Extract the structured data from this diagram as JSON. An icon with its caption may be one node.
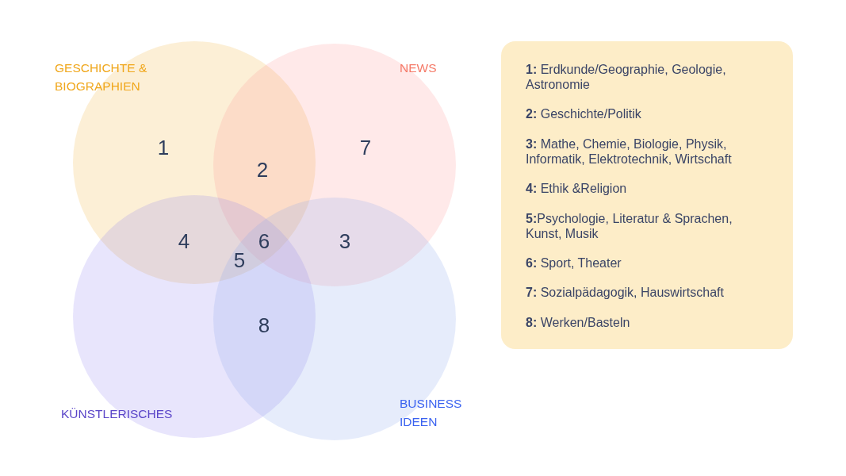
{
  "diagram": {
    "nodes": [
      {
        "text": [
          "GESCHICHTE & BIOGRAPHIEN"
        ]
      },
      {
        "text": [
          "NEWS"
        ]
      },
      {
        "text": [
          "KÜNSTLERISCHES"
        ]
      },
      {
        "text": [
          "BUSINESS IDEEN"
        ]
      },
      {
        "text": [
          "**1:** Erdkunde/Geographie, Geologie, Astronomie",
          "**2:** Geschichte/Politik",
          "**3:** Mathe, Chemie, Biologie, Physik, Informatik, Elektrotechnik, Wirtschaft",
          "**4:** Ethik &Religion",
          "**5:**Psychologie, Literatur & Sprachen, Kunst, Musik",
          "**6:** Sport, Theater",
          "**7:** Sozialpädagogik, Hauswirtschaft",
          "**8:** Werken/Basteln"
        ]
      }
    ],
    "labels": [
      "1",
      "7",
      "2",
      "4",
      "6",
      "3",
      "5",
      "8"
    ]
  }
}
